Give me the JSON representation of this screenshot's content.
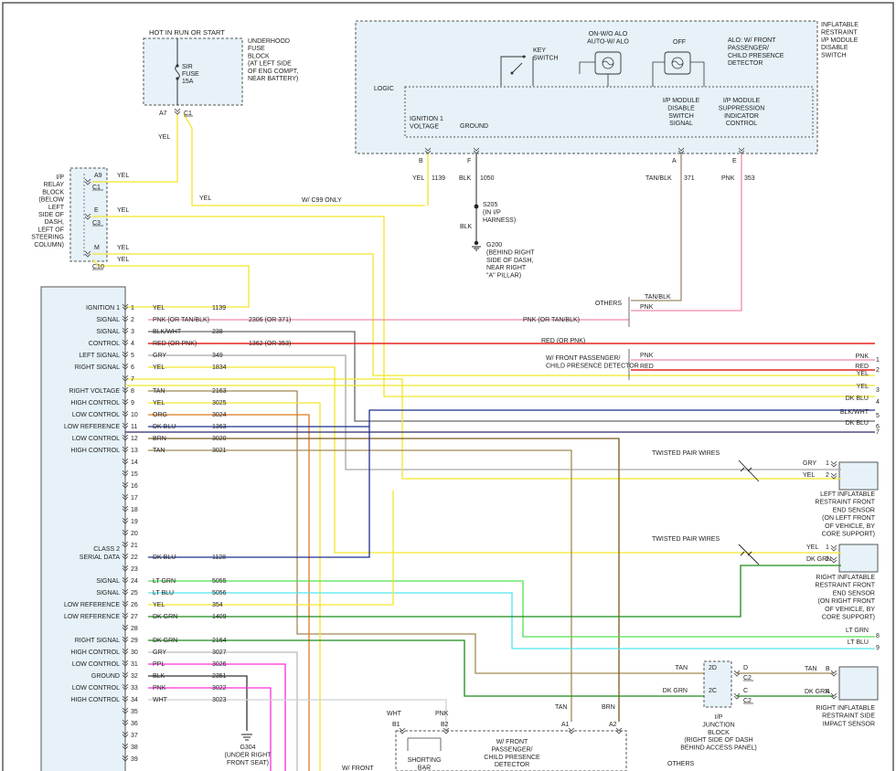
{
  "fuse_block": {
    "supply_label": "HOT IN RUN OR START",
    "fuse_name": "SIR",
    "fuse_word": "FUSE",
    "fuse_rating": "15A",
    "description": [
      "UNDERHOOD",
      "FUSE",
      "BLOCK",
      "(AT LEFT SIDE",
      "OF ENG COMPT,",
      "NEAR BATTERY)"
    ],
    "pin": "A7",
    "connector": "C1"
  },
  "module": {
    "title": [
      "INFLATABLE",
      "RESTRAINT",
      "I/P MODULE",
      "DISABLE",
      "SWITCH"
    ],
    "logic_label": "LOGIC",
    "key_switch_label": [
      "KEY",
      "SWITCH"
    ],
    "on_lamp_label": [
      "ON-W/O ALO",
      "AUTO-W/ ALO"
    ],
    "off_lamp_label": "OFF",
    "alo_note": [
      "ALO: W/ FRONT",
      "PASSENGER/",
      "CHILD PRESENCE",
      "DETECTOR"
    ],
    "ign_label": [
      "IGNITION 1",
      "VOLTAGE"
    ],
    "ground_label": "GROUND",
    "disable_signal_label": [
      "I/P MODULE",
      "DISABLE",
      "SWITCH",
      "SIGNAL"
    ],
    "suppression_label": [
      "I/P MODULE",
      "SUPPRESSION",
      "INDICATOR",
      "CONTROL"
    ],
    "pins": [
      {
        "pin": "B",
        "color": "YEL",
        "circuit": "1139"
      },
      {
        "pin": "F",
        "color": "BLK",
        "circuit": "1050"
      },
      {
        "pin": "A",
        "color": "TAN/BLK",
        "circuit": "371"
      },
      {
        "pin": "E",
        "color": "PNK",
        "circuit": "353"
      }
    ]
  },
  "splice": {
    "name": [
      "S205",
      "(IN I/P",
      "HARNESS)"
    ],
    "wire_color": "BLK",
    "ground_name": [
      "G200",
      "(BEHIND RIGHT",
      "SIDE OF DASH,",
      "NEAR RIGHT",
      "\"A\" PILLAR)"
    ]
  },
  "relay_block": {
    "description": [
      "I/P",
      "RELAY",
      "BLOCK",
      "(BELOW",
      "LEFT",
      "SIDE OF",
      "DASH,",
      "LEFT OF",
      "STEERING",
      "COLUMN)"
    ],
    "pins": [
      {
        "pin": "A9",
        "conn": "C1",
        "color": "YEL"
      },
      {
        "pin": "E",
        "conn": "C3",
        "color": "YEL"
      },
      {
        "pin": "M",
        "conn": "C10",
        "color": "YEL"
      }
    ],
    "extra_yel": "YEL"
  },
  "notes": {
    "yel_label": "YEL",
    "c99": "W/ C99 ONLY",
    "others": "OTHERS",
    "front_passenger": [
      "W/ FRONT PASSENGER/",
      "CHILD PRESENCE DETECTOR"
    ],
    "pnk_option": "PNK (OR TAN/BLK)",
    "red_option": "RED (OR PNK)",
    "twisted_pair": "TWISTED PAIR WIRES",
    "tan_blk": "TAN/BLK",
    "pnk": "PNK",
    "red": "RED"
  },
  "sdm_pins": [
    {
      "num": "1",
      "func": "IGNITION 1",
      "color": "YEL",
      "circuit": "1139"
    },
    {
      "num": "2",
      "func": "SIGNAL",
      "color": "PNK (OR TAN/BLK)",
      "circuit": "2306 (OR 371)"
    },
    {
      "num": "3",
      "func": "SIGNAL",
      "color": "BLK/WHT",
      "circuit": "238"
    },
    {
      "num": "4",
      "func": "CONTROL",
      "color": "RED (OR PNK)",
      "circuit": "1362 (OR 353)"
    },
    {
      "num": "5",
      "func": "LEFT SIGNAL",
      "color": "GRY",
      "circuit": "349"
    },
    {
      "num": "6",
      "func": "RIGHT SIGNAL",
      "color": "YEL",
      "circuit": "1834"
    },
    {
      "num": "7",
      "func": "",
      "color": "",
      "circuit": ""
    },
    {
      "num": "8",
      "func": "RIGHT VOLTAGE",
      "color": "TAN",
      "circuit": "2163"
    },
    {
      "num": "9",
      "func": "HIGH CONTROL",
      "color": "YEL",
      "circuit": "3025"
    },
    {
      "num": "10",
      "func": "LOW CONTROL",
      "color": "ORG",
      "circuit": "3024"
    },
    {
      "num": "11",
      "func": "LOW REFERENCE",
      "color": "DK BLU",
      "circuit": "1363"
    },
    {
      "num": "12",
      "func": "LOW CONTROL",
      "color": "BRN",
      "circuit": "3020"
    },
    {
      "num": "13",
      "func": "HIGH CONTROL",
      "color": "TAN",
      "circuit": "3021"
    },
    {
      "num": "14",
      "func": "",
      "color": "",
      "circuit": ""
    },
    {
      "num": "15",
      "func": "",
      "color": "",
      "circuit": ""
    },
    {
      "num": "16",
      "func": "",
      "color": "",
      "circuit": ""
    },
    {
      "num": "17",
      "func": "",
      "color": "",
      "circuit": ""
    },
    {
      "num": "18",
      "func": "",
      "color": "",
      "circuit": ""
    },
    {
      "num": "19",
      "func": "",
      "color": "",
      "circuit": ""
    },
    {
      "num": "20",
      "func": "",
      "color": "",
      "circuit": ""
    },
    {
      "num": "21",
      "func": "",
      "color": "",
      "circuit": ""
    },
    {
      "num": "22",
      "func": "CLASS 2|SERIAL DATA",
      "color": "DK BLU",
      "circuit": "1128"
    },
    {
      "num": "23",
      "func": "",
      "color": "",
      "circuit": ""
    },
    {
      "num": "24",
      "func": "SIGNAL",
      "color": "LT GRN",
      "circuit": "5055"
    },
    {
      "num": "25",
      "func": "SIGNAL",
      "color": "LT BLU",
      "circuit": "5056"
    },
    {
      "num": "26",
      "func": "LOW REFERENCE",
      "color": "YEL",
      "circuit": "354"
    },
    {
      "num": "27",
      "func": "LOW REFERENCE",
      "color": "DK GRN",
      "circuit": "1409"
    },
    {
      "num": "28",
      "func": "",
      "color": "",
      "circuit": ""
    },
    {
      "num": "29",
      "func": "RIGHT SIGNAL",
      "color": "DK GRN",
      "circuit": "2164"
    },
    {
      "num": "30",
      "func": "HIGH CONTROL",
      "color": "GRY",
      "circuit": "3027"
    },
    {
      "num": "31",
      "func": "LOW CONTROL",
      "color": "PPL",
      "circuit": "3026"
    },
    {
      "num": "32",
      "func": "GROUND",
      "color": "BLK",
      "circuit": "2351"
    },
    {
      "num": "33",
      "func": "LOW CONTROL",
      "color": "PNK",
      "circuit": "3022"
    },
    {
      "num": "34",
      "func": "HIGH CONTROL",
      "color": "WHT",
      "circuit": "3023"
    },
    {
      "num": "35",
      "func": "",
      "color": "",
      "circuit": ""
    },
    {
      "num": "36",
      "func": "",
      "color": "",
      "circuit": ""
    },
    {
      "num": "37",
      "func": "",
      "color": "",
      "circuit": ""
    },
    {
      "num": "38",
      "func": "",
      "color": "",
      "circuit": ""
    },
    {
      "num": "39",
      "func": "",
      "color": "",
      "circuit": ""
    }
  ],
  "right_wires": [
    {
      "num": "1",
      "color": "PNK"
    },
    {
      "num": "2",
      "color": "RED"
    },
    {
      "num": "",
      "color": "YEL"
    },
    {
      "num": "3",
      "color": "YEL"
    },
    {
      "num": "4",
      "color": "DK BLU"
    },
    {
      "num": "5",
      "color": "BLK/WHT"
    },
    {
      "num": "6",
      "color": "DK BLU"
    },
    {
      "num": "7",
      "color": ""
    }
  ],
  "left_sensor": {
    "pins": [
      {
        "color": "GRY",
        "num": "1"
      },
      {
        "color": "YEL",
        "num": "2"
      }
    ],
    "name": [
      "LEFT INFLATABLE",
      "RESTRAINT FRONT",
      "END SENSOR",
      "(ON LEFT FRONT",
      "OF VEHICLE, BY",
      "CORE SUPPORT)"
    ]
  },
  "right_sensor": {
    "pins": [
      {
        "color": "YEL",
        "num": "1"
      },
      {
        "color": "DK GRN",
        "num": "2"
      }
    ],
    "name": [
      "RIGHT INFLATABLE",
      "RESTRAINT FRONT",
      "END SENSOR",
      "(ON RIGHT FRONT",
      "OF VEHICLE, BY",
      "CORE SUPPORT)"
    ]
  },
  "side_sensor": {
    "pins": [
      {
        "color": "TAN",
        "num": "B"
      },
      {
        "color": "DK GRN",
        "num": "A"
      }
    ],
    "name": [
      "RIGHT INFLATABLE",
      "RESTRAINT SIDE",
      "IMPACT SENSOR"
    ]
  },
  "lt_wires": [
    {
      "color": "LT GRN",
      "num": "8"
    },
    {
      "color": "LT BLU",
      "num": "9"
    }
  ],
  "junction": {
    "name": [
      "I/P",
      "JUNCTION",
      "BLOCK",
      "(RIGHT SIDE OF DASH",
      "BEHIND ACCESS PANEL)"
    ],
    "rows": [
      {
        "in_color": "TAN",
        "cav": "2D",
        "pin": "D",
        "conn": "C2"
      },
      {
        "in_color": "DK GRN",
        "cav": "2C",
        "pin": "C",
        "conn": "C2"
      }
    ]
  },
  "bottom": {
    "g304": [
      "G304",
      "(UNDER RIGHT",
      "FRONT SEAT)"
    ],
    "shorting": [
      "SHORTING",
      "BAR"
    ],
    "wht": "WHT",
    "b1": "B1",
    "pnk": "PNK",
    "b2": "B2",
    "front_pass": [
      "W/ FRONT",
      "PASSENGER/",
      "CHILD PRESENCE",
      "DETECTOR"
    ],
    "w_front": "W/ FRONT",
    "tan": "TAN",
    "a1": "A1",
    "brn": "BRN",
    "a2": "A2",
    "others": "OTHERS"
  },
  "wire_colors": {
    "yel": "#f2e62a",
    "pnk": "#f08aa8",
    "red": "#e8231f",
    "gray": "#a8a8a8",
    "blue": "#1c2f8f",
    "navy": "#2a2a6a",
    "tan": "#a08a55",
    "brn": "#7a5a1a",
    "org": "#e07a1e",
    "ltgrn": "#52e052",
    "ltblu": "#52e6ee",
    "dkgrn": "#1a8a1a",
    "mag": "#ff2ddc",
    "blk": "#3a3a3a",
    "wht": "#cfcfcf",
    "tanblk": "#9a8c66",
    "box": "#e6f2f8"
  }
}
